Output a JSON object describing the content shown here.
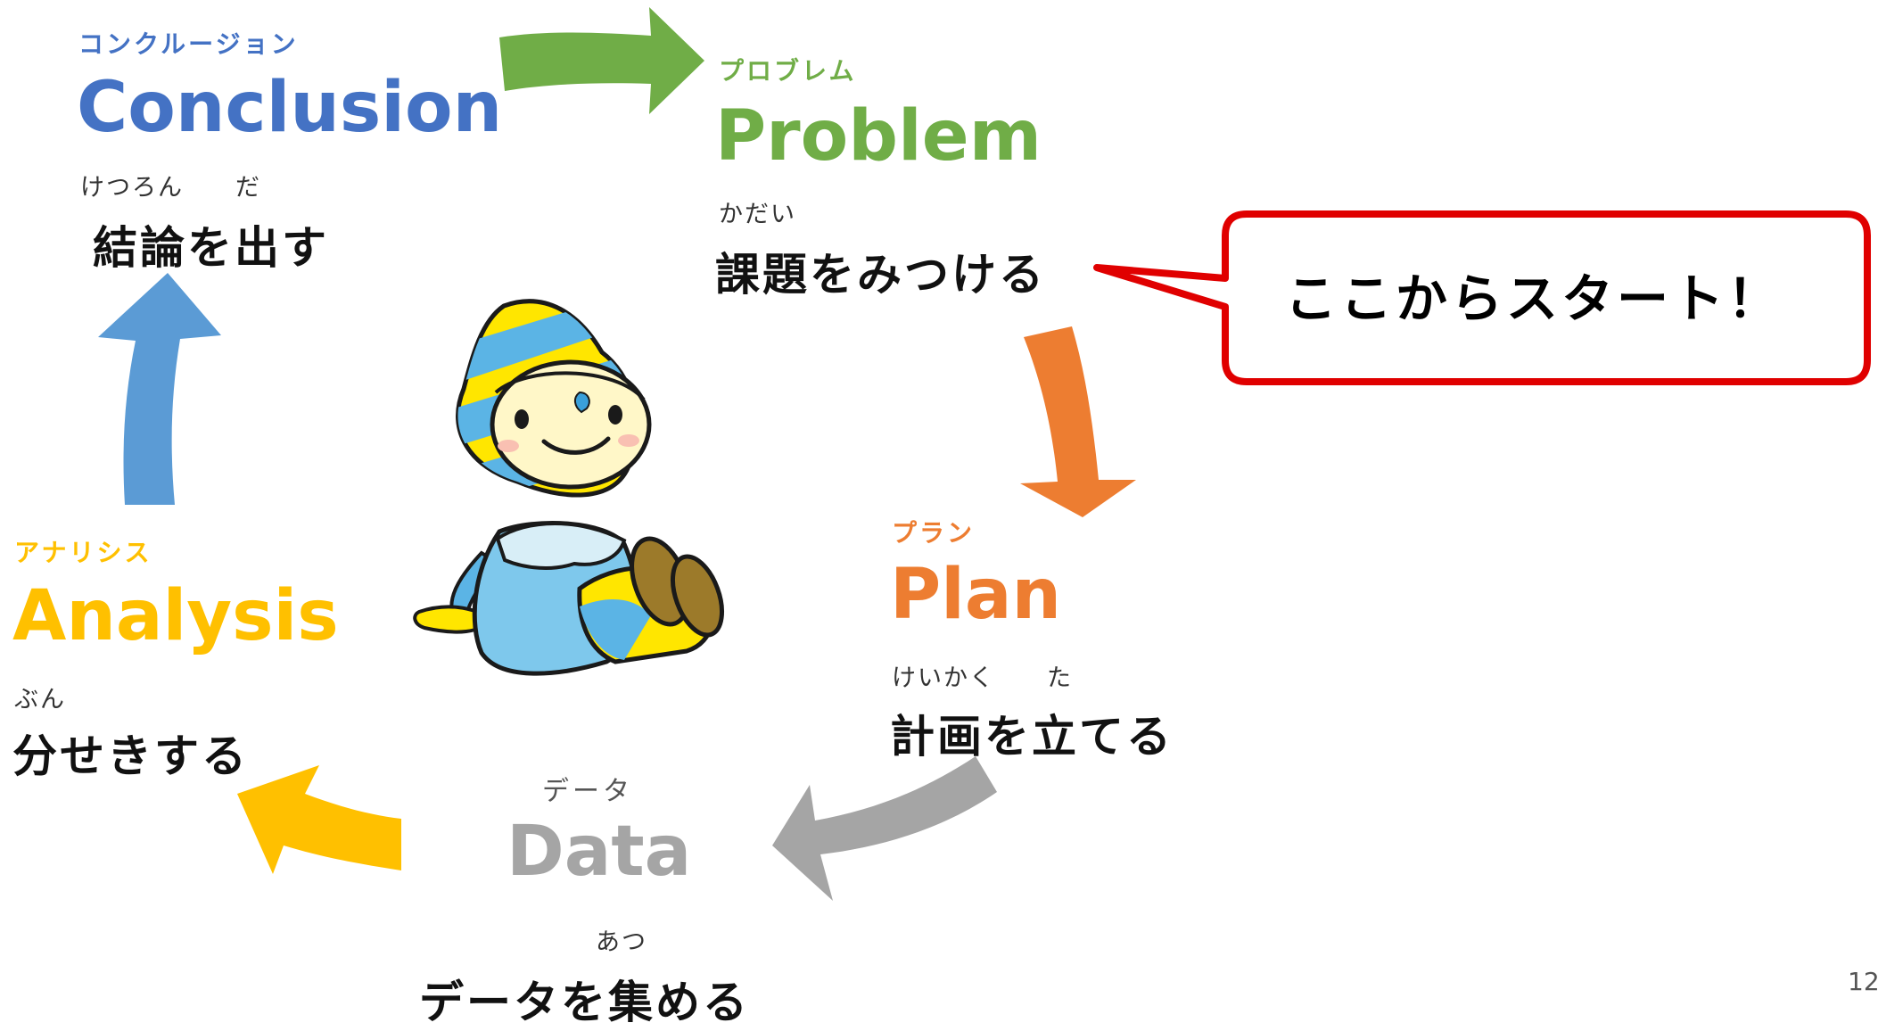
{
  "colors": {
    "conclusion": "#4472C4",
    "problem": "#70AD47",
    "plan": "#ED7D31",
    "data": "#A5A5A5",
    "analysis": "#FFC000",
    "callout_border": "#E00000"
  },
  "steps": {
    "conclusion": {
      "katakana": "コンクルージョン",
      "english": "Conclusion",
      "ruby": "けつろん　　だ",
      "japanese": "結論を出す"
    },
    "problem": {
      "katakana": "プロブレム",
      "english": "Problem",
      "ruby": "かだい",
      "japanese": "課題をみつける"
    },
    "plan": {
      "katakana": "プラン",
      "english": "Plan",
      "ruby": "けいかく　　た",
      "japanese": "計画を立てる"
    },
    "data": {
      "katakana": "データ",
      "english": "Data",
      "ruby": "あつ",
      "japanese": "データを集める"
    },
    "analysis": {
      "katakana": "アナリシス",
      "english": "Analysis",
      "ruby": "ぶん",
      "japanese": "分せきする"
    }
  },
  "callout": {
    "text": "ここからスタート！"
  },
  "page_number": "12",
  "icons": [
    "arrow-conclusion-to-problem-icon",
    "arrow-problem-to-plan-icon",
    "arrow-plan-to-data-icon",
    "arrow-data-to-analysis-icon",
    "arrow-analysis-to-conclusion-icon",
    "mascot-character-icon"
  ]
}
